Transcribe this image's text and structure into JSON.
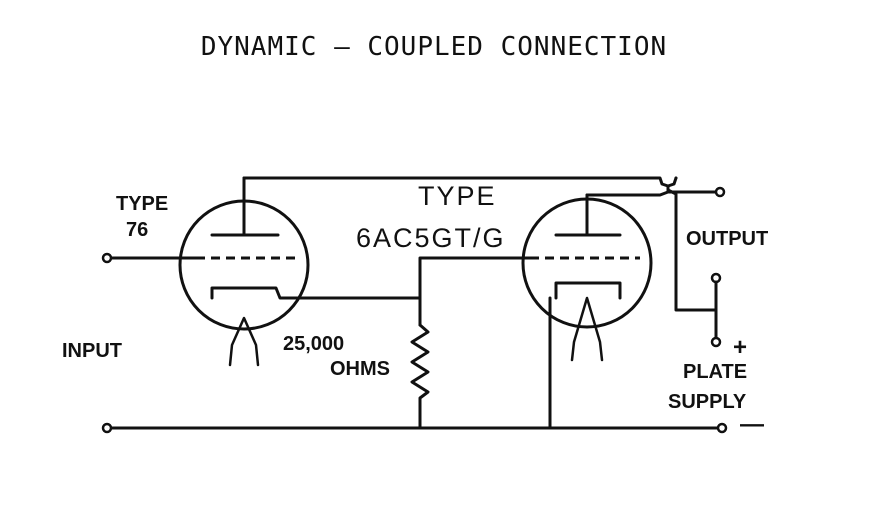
{
  "title": "DYNAMIC — COUPLED CONNECTION",
  "labels": {
    "tube1_type": "TYPE",
    "tube1_number": "76",
    "tube2_type": "TYPE",
    "tube2_number": "6AC5GT/G",
    "input": "INPUT",
    "output": "OUTPUT",
    "resistor_value": "25,000",
    "resistor_unit": "OHMS",
    "plate": "PLATE",
    "supply": "SUPPLY",
    "plus": "+",
    "minus": "—"
  }
}
